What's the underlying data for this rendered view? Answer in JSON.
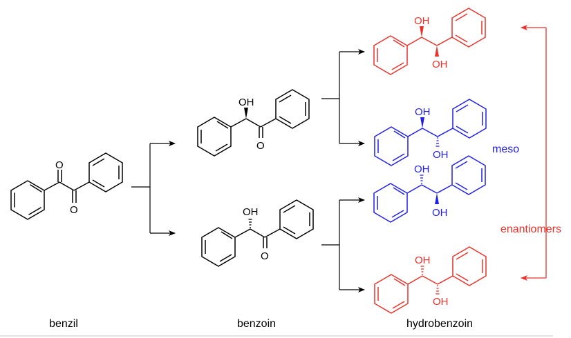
{
  "labels": {
    "benzil": "benzil",
    "benzoin": "benzoin",
    "hydrobenzoin": "hydrobenzoin",
    "meso": "meso",
    "enantiomers": "enantiomers"
  },
  "atoms": {
    "O": "O",
    "OH": "OH"
  },
  "colors": {
    "black": "#000000",
    "red": "#e8322a",
    "blue": "#1f1fe6",
    "rule": "#c8c8c8"
  },
  "molecules": [
    {
      "id": "benzil",
      "name": "benzil",
      "color": "black"
    },
    {
      "id": "benzoin-s",
      "name": "benzoin",
      "color": "black"
    },
    {
      "id": "benzoin-r",
      "name": "benzoin",
      "color": "black"
    },
    {
      "id": "hydrobenzoin-1",
      "name": "hydrobenzoin",
      "color": "red"
    },
    {
      "id": "hydrobenzoin-meso-1",
      "name": "hydrobenzoin",
      "color": "blue"
    },
    {
      "id": "hydrobenzoin-meso-2",
      "name": "hydrobenzoin",
      "color": "blue"
    },
    {
      "id": "hydrobenzoin-4",
      "name": "hydrobenzoin",
      "color": "red"
    }
  ]
}
